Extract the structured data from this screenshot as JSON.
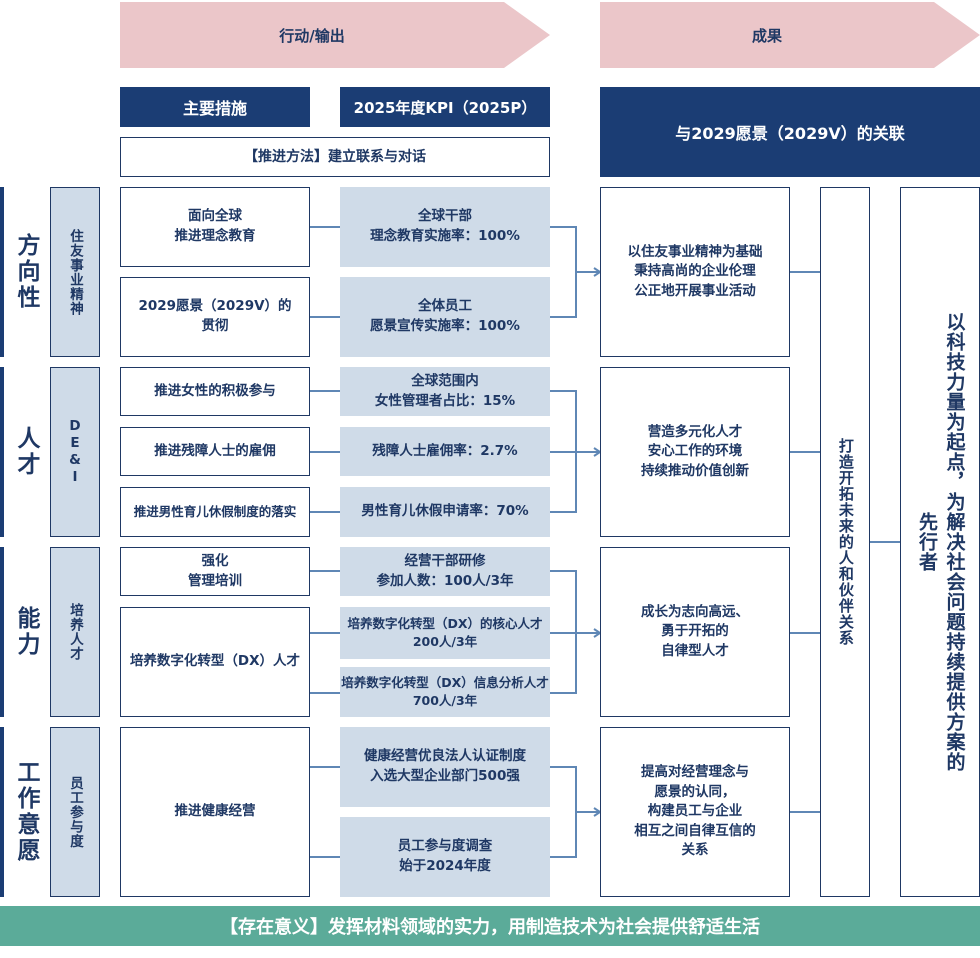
{
  "header": {
    "actions_arrow": "行动/输出",
    "results_arrow": "成果",
    "main_measures": "主要措施",
    "kpi_title": "2025年度KPI（2025P）",
    "vision_relation": "与2029愿景（2029V）的关联",
    "promotion_method": "【推进方法】建立联系与对话"
  },
  "rows": [
    {
      "label": "方向性",
      "category": "住友事业精神",
      "measures": [
        "面向全球\n推进理念教育",
        "2029愿景（2029V）的\n贯彻"
      ],
      "kpis": [
        "全球干部\n理念教育实施率：100%",
        "全体员工\n愿景宣传实施率：100%"
      ],
      "result": "以住友事业精神为基础\n秉持高尚的企业伦理\n公正地开展事业活动"
    },
    {
      "label": "人才",
      "category": "DE&I",
      "measures": [
        "推进女性的积极参与",
        "推进残障人士的雇佣",
        "推进男性育儿休假制度的落实"
      ],
      "kpis": [
        "全球范围内\n女性管理者占比：15%",
        "残障人士雇佣率：2.7%",
        "男性育儿休假申请率：70%"
      ],
      "result": "营造多元化人才\n安心工作的环境\n持续推动价值创新"
    },
    {
      "label": "能力",
      "category": "培养人才",
      "measures": [
        "强化\n管理培训",
        "培养数字化转型（DX）人才"
      ],
      "kpis": [
        "经营干部研修\n参加人数：100人/3年",
        "培养数字化转型（DX）的核心人才\n200人/3年",
        "培养数字化转型（DX）信息分析人才\n700人/3年"
      ],
      "result": "成长为志向高远、\n勇于开拓的\n自律型人才"
    },
    {
      "label": "工作意愿",
      "category": "员工参与度",
      "measures": [
        "推进健康经营"
      ],
      "kpis": [
        "健康经营优良法人认证制度\n入选大型企业部门500强",
        "员工参与度调查\n始于2024年度"
      ],
      "result": "提高对经营理念与\n愿景的认同，\n构建员工与企业\n相互之间自律互信的\n关系"
    }
  ],
  "future_partnership": "打造开拓未来的人和伙伴关系",
  "pioneer": "以科技力量为起点，为解决社会问题持续提供方案的先行者",
  "footer": "【存在意义】发挥材料领域的实力，用制造技术为社会提供舒适生活"
}
